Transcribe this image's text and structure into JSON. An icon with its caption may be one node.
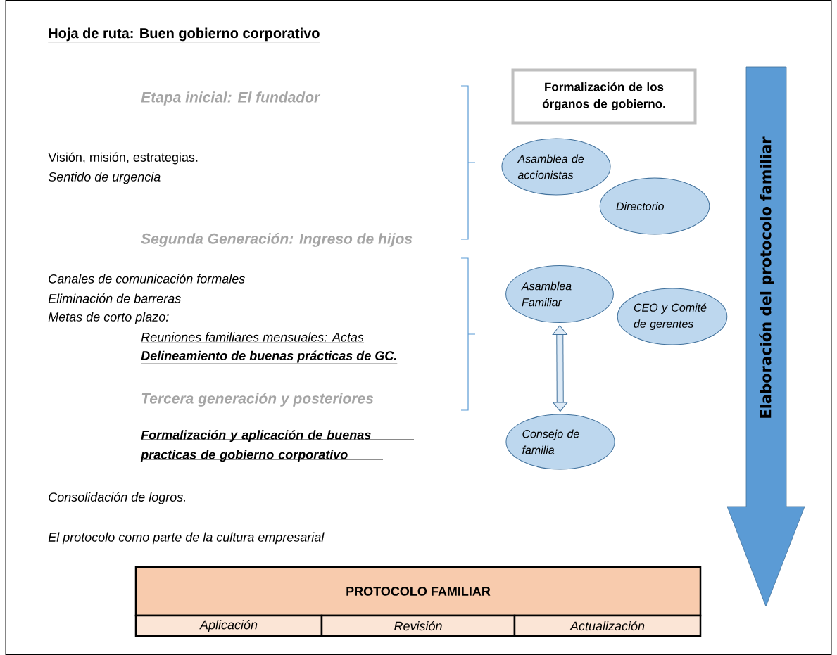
{
  "diagram": {
    "title": "Hoja de ruta: Buen gobierno corporativo",
    "nodes": [
      {
        "text": [
          "Formalización de los órganos de gobierno."
        ]
      },
      {
        "text": [
          "Asamblea de accionistas"
        ]
      },
      {
        "text": [
          "Directorio"
        ]
      },
      {
        "text": [
          "Asamblea Familiar"
        ]
      },
      {
        "text": [
          "CEO y Comité de gerentes"
        ]
      },
      {
        "text": [
          "Consejo de familia"
        ]
      },
      {
        "text": [
          "Elaboración del protocolo familiar"
        ]
      },
      {
        "text": [
          "PROTOCOLO FAMILIAR"
        ]
      },
      {
        "text": [
          "Aplicación"
        ]
      },
      {
        "text": [
          "Revisión"
        ]
      },
      {
        "text": [
          "Actualización"
        ]
      }
    ],
    "edges": [
      {
        "from": 3,
        "to": 5,
        "arrow": "both"
      }
    ],
    "labels": [
      "Etapa inicial: El fundador",
      "Visión, misión, estrategias.",
      "Sentido de urgencia",
      "Segunda Generación: Ingreso de hijos",
      "Canales de comunicación formales",
      "Eliminación de barreras",
      "Metas de corto plazo:",
      "Reuniones familiares mensuales: Actas",
      "Delineamiento de buenas prácticas de GC.",
      "Tercera generación y posteriores",
      "Formalización y aplicación de buenas practicas de gobierno corporativo",
      "Consolidación de logros.",
      "El protocolo como parte de la cultura empresarial"
    ]
  }
}
